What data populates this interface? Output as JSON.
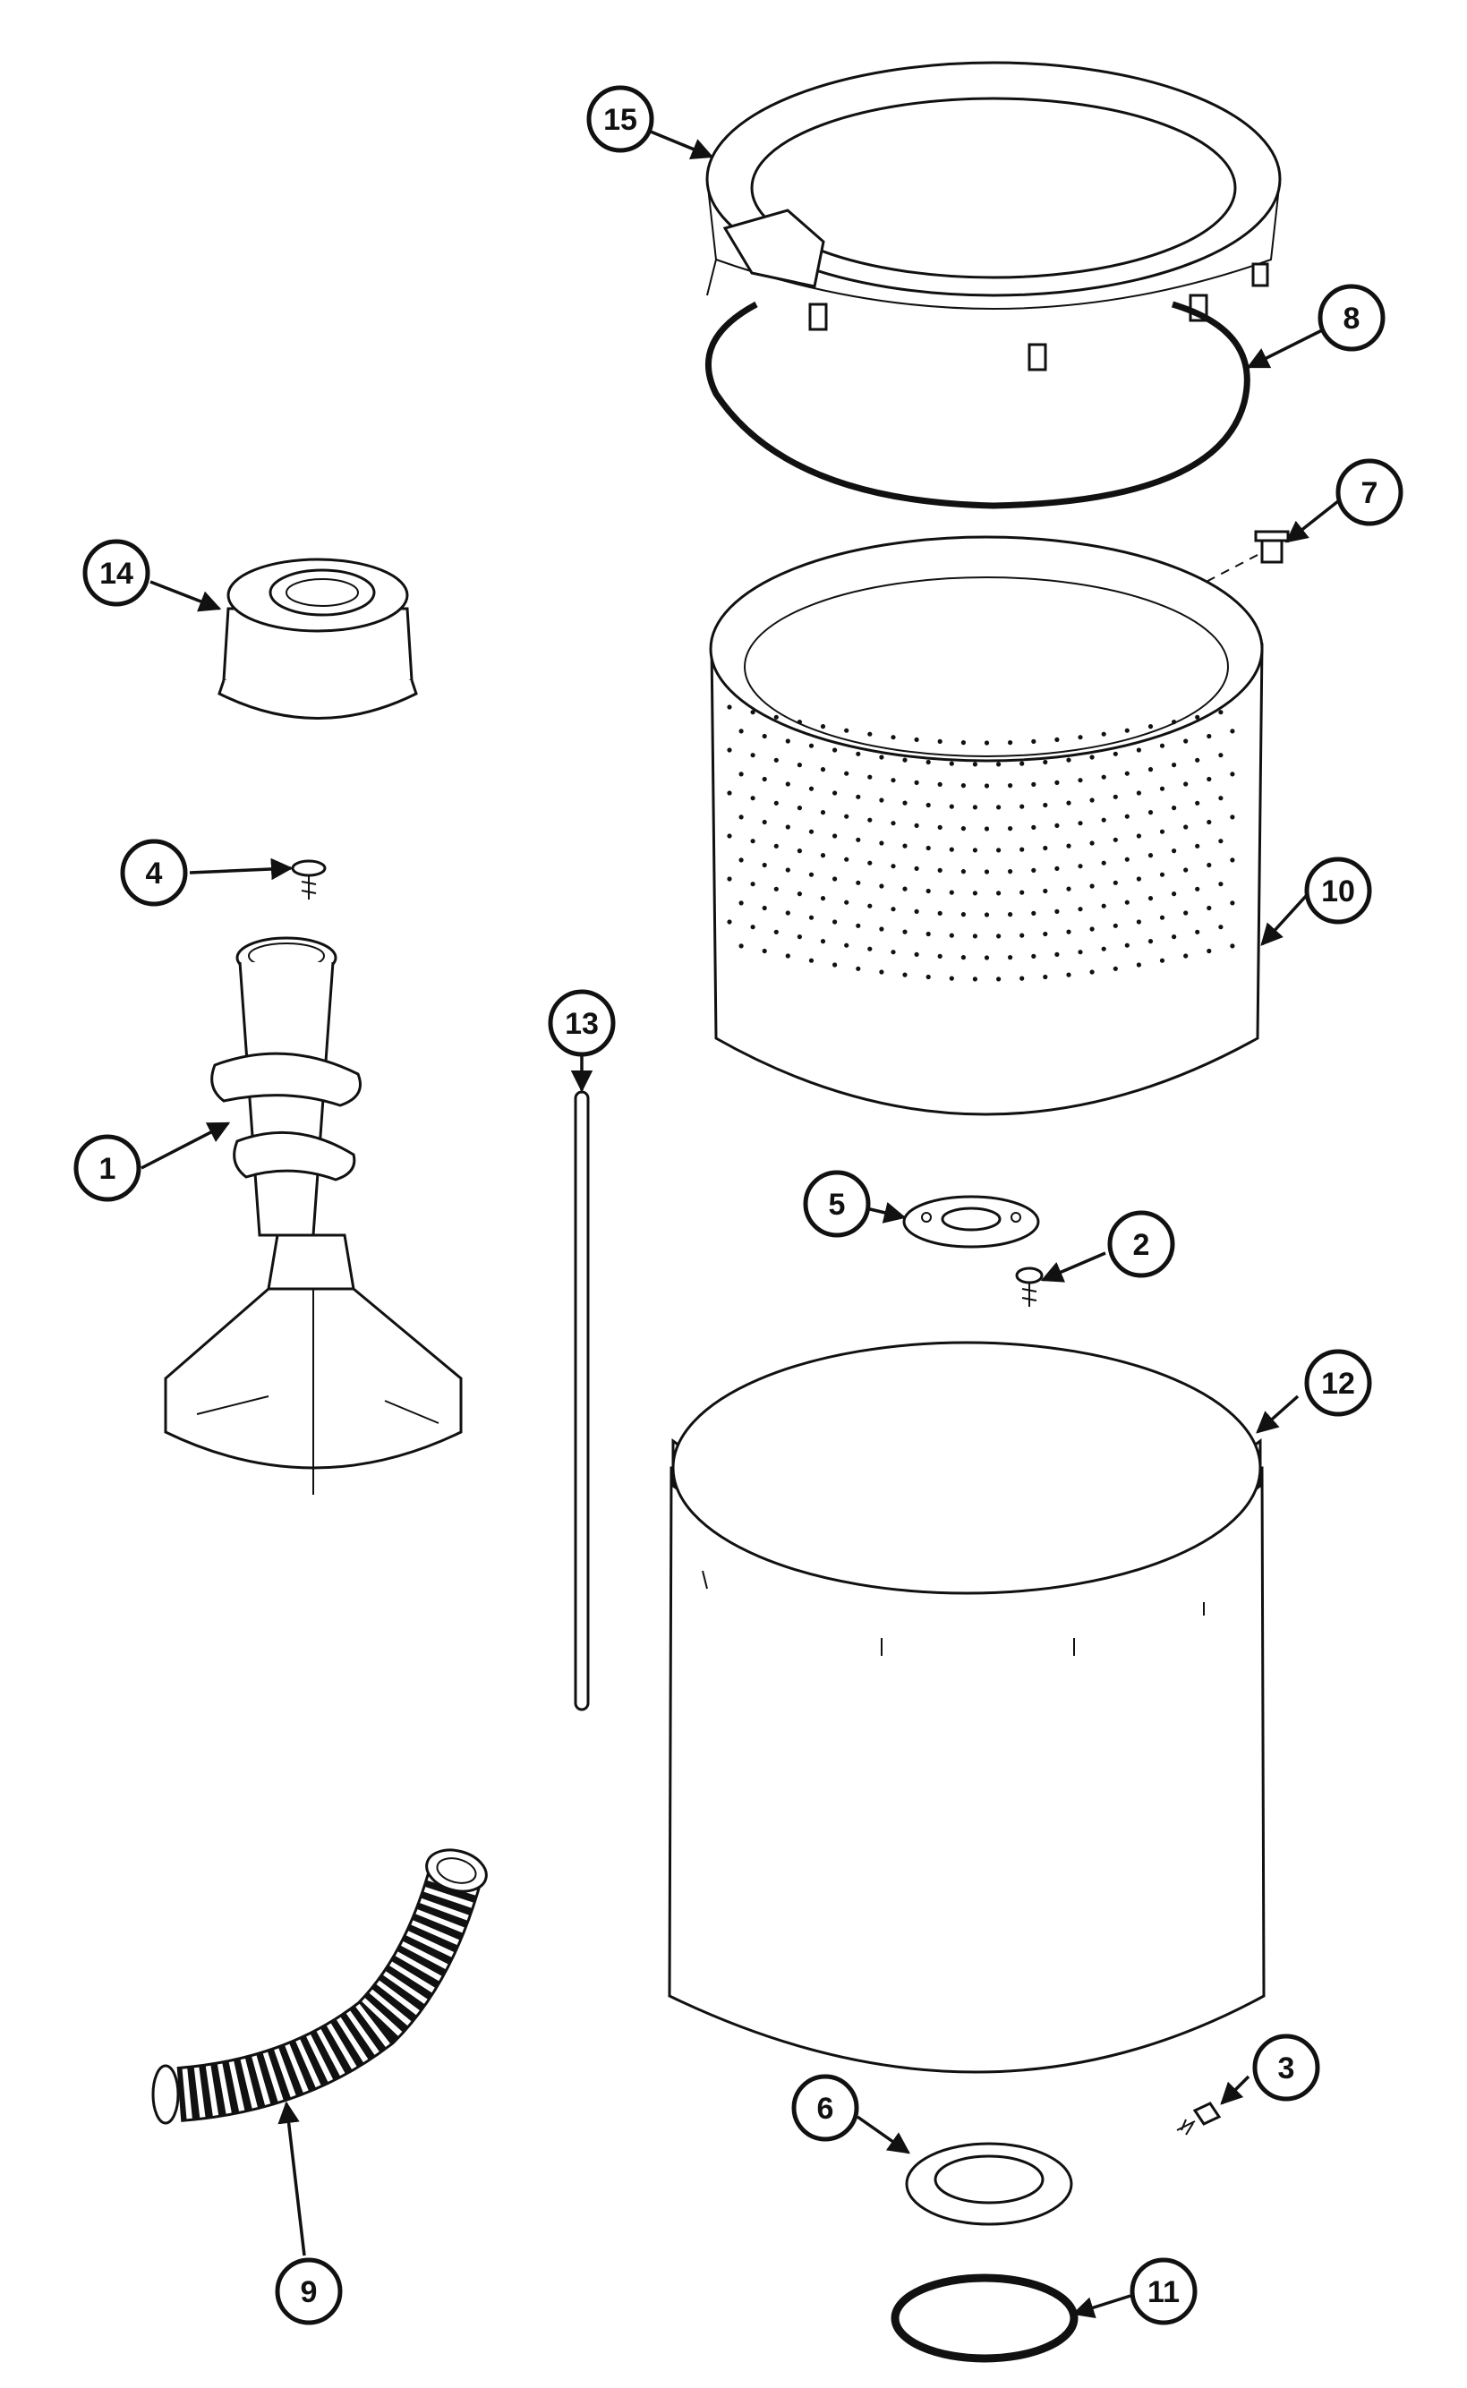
{
  "diagram": {
    "style": "exploded parts line drawing",
    "colors": {
      "ink": "#111111",
      "paper": "#ffffff"
    },
    "callouts": [
      {
        "id": "c15",
        "label": "15"
      },
      {
        "id": "c8",
        "label": "8"
      },
      {
        "id": "c7",
        "label": "7"
      },
      {
        "id": "c14",
        "label": "14"
      },
      {
        "id": "c10",
        "label": "10"
      },
      {
        "id": "c4",
        "label": "4"
      },
      {
        "id": "c13",
        "label": "13"
      },
      {
        "id": "c1",
        "label": "1"
      },
      {
        "id": "c5",
        "label": "5"
      },
      {
        "id": "c2",
        "label": "2"
      },
      {
        "id": "c12",
        "label": "12"
      },
      {
        "id": "c3",
        "label": "3"
      },
      {
        "id": "c6",
        "label": "6"
      },
      {
        "id": "c9",
        "label": "9"
      },
      {
        "id": "c11",
        "label": "11"
      }
    ]
  }
}
